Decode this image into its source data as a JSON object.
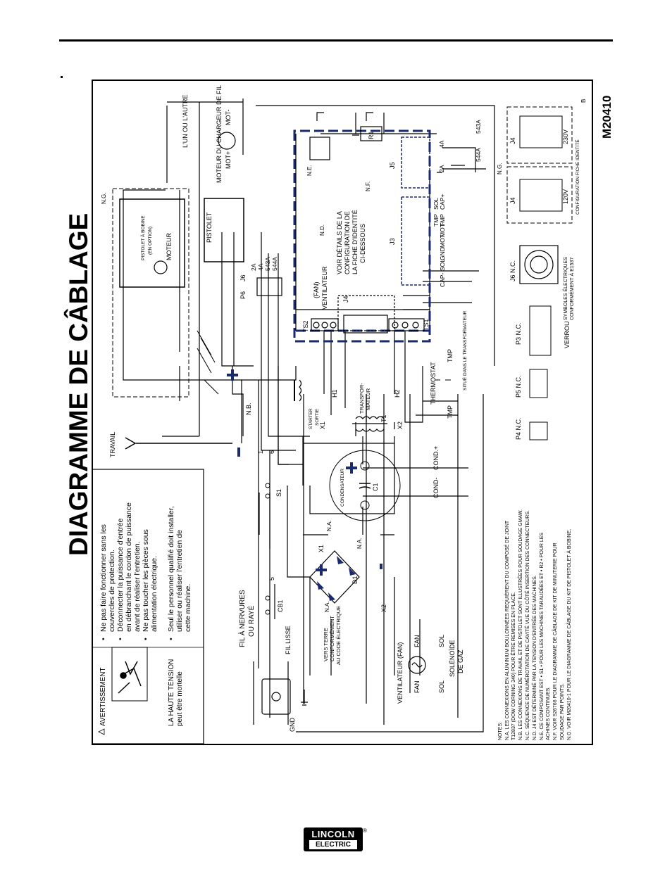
{
  "page": {
    "title": "DIAGRAMME DE CÂBLAGE",
    "diagram_code": "M20410",
    "revision": "B"
  },
  "warning": {
    "header": "AVERTISSEMENT",
    "left_lines": [
      "LA HAUTE TENSION",
      "peut être mortelle"
    ],
    "bullets": [
      [
        "Ne pas faire fonctionner sans les",
        "couvercles de protection."
      ],
      [
        "Déconnecter la puissance d'entrée",
        "en débranchant le cordon de puissance",
        "avant de réaliser l'entretien."
      ],
      [
        "Ne pas toucher les pièces sous",
        "alimentation électrique."
      ],
      [
        "Seul le personnel qualifié doit installer,",
        "utiliser ou réaliser l'entretien de",
        "cette machine."
      ]
    ]
  },
  "labels": {
    "gnd": "GND",
    "fil_lisse": "FIL LISSE",
    "fil_nervures": [
      "FIL À NERVURES",
      "OU RAYÉ"
    ],
    "vers_terre": [
      "VERS TERRE",
      "CONFORMÉMENT",
      "AU CODE ÉLECTRIQUE"
    ],
    "cb1": "CB1",
    "s1": "S1",
    "wire5": "5",
    "wire1": "1",
    "wire6": "6",
    "travail": "TRAVAIL",
    "nb": "N.B.",
    "na": "N.A.",
    "d1": "D1",
    "x1": "X1",
    "x2": "X2",
    "c1": "C1",
    "condensateur": "CONDENSATEUR",
    "cond_minus": "COND-",
    "cond_plus": "COND.+",
    "starter": [
      "STARTER",
      "SORTIE"
    ],
    "transfo": [
      "TRANSFOR-",
      "MATEUR"
    ],
    "h1": "H1",
    "h2": "H2",
    "t1": "T1",
    "ventilateur_fan": "VENTILATEUR (FAN)",
    "fan": "FAN",
    "fan_minus": "FAN",
    "sol": "SOL",
    "solenoide": [
      "SOLÉNOÏDE",
      "DE GAZ"
    ],
    "thermostat": "THERMOSTAT",
    "tmp": "TMP",
    "situe_transfo": "SITUÉ DANS LE TRANSFORMATEUR",
    "ts1": "TS1",
    "ts2": "TS2",
    "fan_ventilateur": [
      "(FAN)",
      "VENTILATEUR"
    ],
    "j4": "J4",
    "j3": "J3",
    "j5": "J5",
    "j6": "J6",
    "p6": "P6",
    "pistolet": "PISTOLET",
    "pistolet_bobine": [
      "PISTOLET À BOBINE",
      "(EN OPTION)"
    ],
    "moteur": "MOTEUR",
    "ng": "N.G.",
    "ne": "N.E.",
    "nd": "N.D.",
    "nf": "N.F.",
    "r1": "R1",
    "voir_details": [
      "VOIR DÉTAILS DE LA",
      "CONFIGURATION DE",
      "LA FICHE D'IDENTITÉ",
      "CI-DESSOUS"
    ],
    "moteur_chargeur": "MOTEUR DU CHARGEUR DE FIL",
    "mot_plus": "MOT+",
    "mot_minus": "MOT-",
    "lun_ou_lautre": "L'UN OU L'AUTRE",
    "wire_2a": "2A",
    "wire_4a": "4A",
    "wire_543a": "543A",
    "wire_544a": "544A",
    "j3_pins": [
      "CAP-",
      "SOL",
      "GND",
      "MOT",
      "MOT-",
      "TMP",
      "TMP",
      "CAP+",
      "SOL"
    ],
    "j6_nc": "J6 N.C.",
    "p3_nc": "P3 N.C.",
    "p4_nc": "P4 N.C.",
    "p5_nc": "P5 N.C.",
    "verrou": "VERROU",
    "symboles": [
      "SYMBOLES ÉLECTRIQUES",
      "CONFORMÉMENT À E1537"
    ],
    "v120": "120V",
    "v230": "230V",
    "config_fiche": "CONFIGURATION FICHE IDENTITÉ"
  },
  "notes": {
    "header": "NOTES:",
    "lines": [
      "N.A.    LES CONNEXIONS EN ALUMINIUM BOULONNÉES REQUIÈRENT DU COMPOSÉ DE JOINT",
      "           T12837 (DOW CORNING 340) POUR ÊTRE REMISES EN PLACE.",
      "N.B.    LES CONNEXIONS DE TRAVAIL ET DE PISTOLET SONT ILLUSTRÉES POUR SOUDAGE GMAW.",
      "N.C.    SÉQUENCE DE NUMÉROTATION DE CAVITÉ VUE DU CÔTÉ INSERTION DES CONNECTEURS.",
      "N.D.    J4 EST DÉTERMINÉ PAR LA TENSION D'ENTRÉE DES MACHINES.",
      "N.E.    CE COMPOSANT EST • S1 • POUR LES MACHINES TARAUDÉES ET • R2 • POUR LES",
      "           ACHINES CONTINUES.",
      "N.F.    VOIR S26766 POUR LE DIAGRAMME DE CÂBLAGE DE KIT DE MINUTERIE POUR",
      "           SOUDAGE PAR POINTS.",
      "N.G.    VOIR M20410-1 POUR LE DIAGRAMME DE CÂBLAGE DU KIT DE PISTOLET À BOBINE."
    ]
  },
  "logo": {
    "top": "LINCOLN",
    "bottom": "ELECTRIC",
    "reg": "®"
  }
}
